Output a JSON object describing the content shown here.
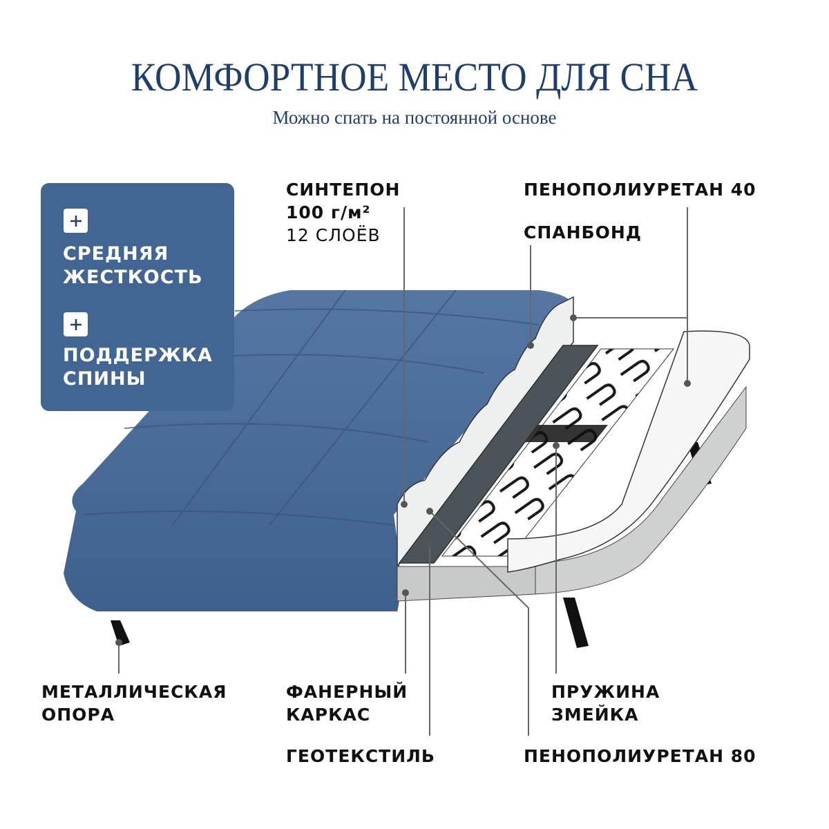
{
  "header": {
    "title": "КОМФОРТНОЕ МЕСТО ДЛЯ СНА",
    "subtitle": "Можно спать на постоянной основе"
  },
  "features": [
    {
      "icon": "plus-icon",
      "line1": "СРЕДНЯЯ",
      "line2": "ЖЕСТКОСТЬ"
    },
    {
      "icon": "plus-icon",
      "line1": "ПОДДЕРЖКА",
      "line2": "СПИНЫ"
    }
  ],
  "callouts": {
    "sintepon": {
      "line1": "СИНТЕПОН",
      "line2": "100 г/м²",
      "line3": "12 СЛОЁВ"
    },
    "ppu40": {
      "label": "ПЕНОПОЛИУРЕТАН 40"
    },
    "spanbond": {
      "label": "СПАНБОНД"
    },
    "metal_leg": {
      "line1": "МЕТАЛЛИЧЕСКАЯ",
      "line2": "ОПОРА"
    },
    "plywood": {
      "line1": "ФАНЕРНЫЙ",
      "line2": "КАРКАС"
    },
    "spring": {
      "line1": "ПРУЖИНА",
      "line2": "ЗМЕЙКА"
    },
    "geotextile": {
      "label": "ГЕОТЕКСТИЛЬ"
    },
    "ppu80": {
      "label": "ПЕНОПОЛИУРЕТАН 80"
    }
  },
  "colors": {
    "title": "#1e3f6e",
    "panel": "#426694",
    "upholstery": "#4a6a98",
    "foam": "#f3f4f4",
    "geotextile": "#4d5459",
    "frame": "#c8c9c9",
    "leg": "#111111",
    "leader": "#666666"
  }
}
